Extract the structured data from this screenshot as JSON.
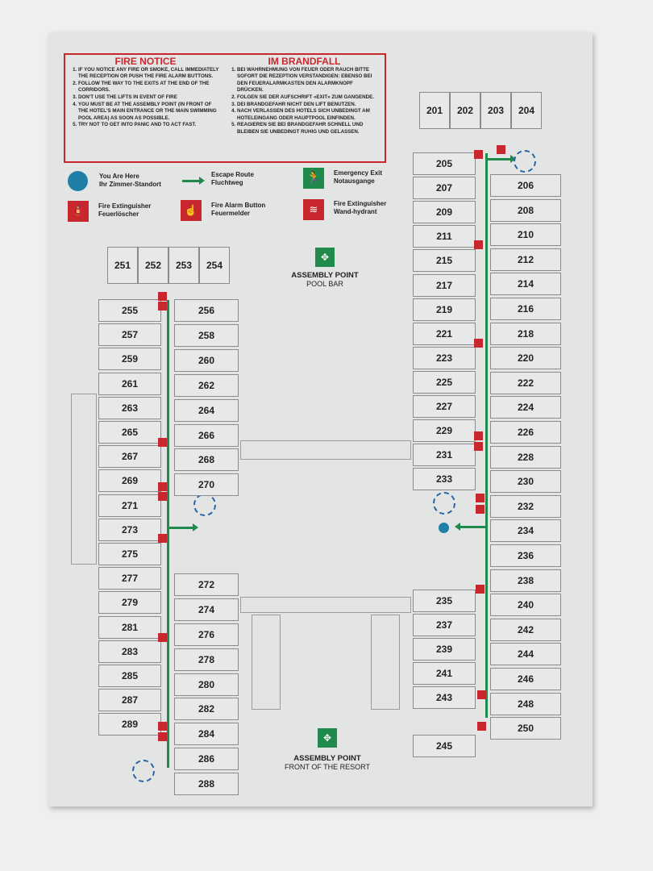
{
  "notice_en": {
    "title": "FIRE NOTICE",
    "items": [
      "IF YOU NOTICE ANY FIRE OR SMOKE, CALL IMMEDIATELY THE RECEPTION OR PUSH THE FIRE ALARM BUTTONS.",
      "FOLLOW THE WAY TO THE EXITS AT THE END OF THE CORRIDORS.",
      "DON'T USE THE LIFTS IN EVENT OF FIRE",
      "YOU MUST BE AT THE ASSEMBLY POINT (IN FRONT OF THE HOTEL'S MAIN ENTRANCE OR THE MAIN SWIMMING POOL AREA) AS SOON AS POSSIBLE.",
      "TRY NOT TO GET INTO PANIC AND TO ACT FAST."
    ]
  },
  "notice_de": {
    "title": "IM BRANDFALL",
    "items": [
      "BEI WAHRNEHMUNG VON FEUER ODER RAUCH BITTE SOFORT DIE REZEPTION VERSTANDIGEN: EBENSO BEI DEN FEUERALARMKASTEN DEN ALARMKNOPF DRÜCKEN.",
      "FOLGEN SIE DER AUFSCHRIFT «EXIT» ZUM GANGENDE.",
      "DEI BRANDGEFAHR NICHT DEN LIFT BENUTZEN.",
      "NACH VERLASSEN DES HOTELS SICH UNBEDINGT AM HOTELEINGANG ODER HAUPTPOOL EINFINDEN.",
      "REAGIEREN SIE BEI BRANDGEFAHR SCHNELL UND BLEIBEN SIE UNBEDINGT RUHIG UND GELASSEN."
    ]
  },
  "legend": {
    "you_are_here": [
      "You Are Here",
      "Ihr Zimmer-Standort"
    ],
    "escape_route": [
      "Escape Route",
      "Fluchtweg"
    ],
    "emergency_exit": [
      "Emergency Exit",
      "Notausgange"
    ],
    "fire_extinguisher": [
      "Fire Extinguisher",
      "Feuerlöscher"
    ],
    "fire_alarm": [
      "Fire Alarm Button",
      "Feuermelder"
    ],
    "wall_hydrant": [
      "Fire Extinguisher",
      "Wand-hydrant"
    ]
  },
  "assembly_pool": {
    "title": "ASSEMBLY POINT",
    "sub": "POOL BAR"
  },
  "assembly_front": {
    "title": "ASSEMBLY POINT",
    "sub": "FRONT OF THE RESORT"
  },
  "colors": {
    "red": "#c8282d",
    "green": "#1f8a4c",
    "blue": "#1f7fa6"
  },
  "rooms": {
    "left_top": [
      "251",
      "252",
      "253",
      "254"
    ],
    "left_wing_left": [
      "255",
      "257",
      "259",
      "261",
      "263",
      "265",
      "267",
      "269",
      "271",
      "273",
      "275",
      "277",
      "279",
      "281",
      "283",
      "285",
      "287",
      "289"
    ],
    "left_wing_right": [
      "256",
      "258",
      "260",
      "262",
      "264",
      "266",
      "268",
      "270",
      null,
      null,
      null,
      "272",
      "274",
      "276",
      "278",
      "280",
      "282",
      "284",
      "286",
      "288"
    ],
    "right_top": [
      "201",
      "202",
      "203",
      "204"
    ],
    "right_wing_left": [
      "205",
      "207",
      "209",
      "211",
      "215",
      "217",
      "219",
      "221",
      "223",
      "225",
      "227",
      "229",
      "231",
      "233",
      null,
      null,
      null,
      null,
      "235",
      "237",
      "239",
      "241",
      "243",
      null,
      "245"
    ],
    "right_wing_right": [
      "206",
      "208",
      "210",
      "212",
      "214",
      "216",
      "218",
      "220",
      "222",
      "224",
      "226",
      "228",
      "230",
      "232",
      "234",
      "236",
      "238",
      "240",
      "242",
      "244",
      "246",
      "248",
      "250"
    ]
  }
}
